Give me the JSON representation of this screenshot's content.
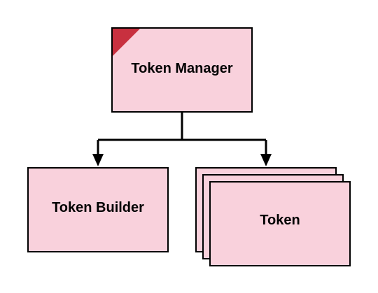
{
  "diagram": {
    "nodes": {
      "manager": {
        "label": "Token Manager"
      },
      "builder": {
        "label": "Token Builder"
      },
      "token": {
        "label": "Token"
      }
    },
    "colors": {
      "box_fill": "#f9d1dc",
      "box_stroke": "#000000",
      "corner_flag": "#c8303f",
      "connector": "#000000",
      "background": "#ffffff"
    }
  }
}
